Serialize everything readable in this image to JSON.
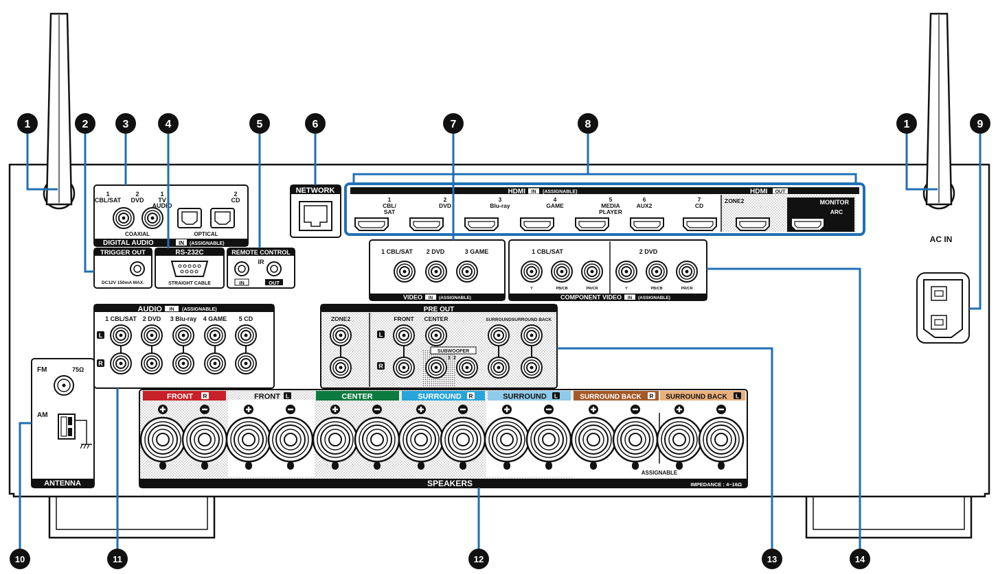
{
  "callouts": [
    "1",
    "2",
    "3",
    "4",
    "5",
    "6",
    "7",
    "8",
    "1",
    "9",
    "10",
    "11",
    "12",
    "13",
    "14"
  ],
  "colors": {
    "front_r": "#c8202a",
    "front_l": "#ffffff",
    "center": "#0b7a3e",
    "surround_r": "#27a4d8",
    "surround_l": "#8fcbe9",
    "surround_back_r": "#a35a27",
    "surround_back_l": "#e8b07b",
    "hdmi_frame": "#1f6fb5"
  },
  "digital_audio": {
    "c1_num": "1",
    "c1_name": "CBL/SAT",
    "c2_num": "2",
    "c2_name": "DVD",
    "o1_num": "1",
    "o1_name_a": "TV",
    "o1_name_b": "AUDIO",
    "o2_num": "2",
    "o2_name": "CD",
    "coaxial": "COAXIAL",
    "optical": "OPTICAL",
    "title": "DIGITAL AUDIO",
    "in": "IN",
    "assignable": "(ASSIGNABLE)"
  },
  "trigger": {
    "title": "TRIGGER OUT",
    "spec": "DC12V 150mA MAX."
  },
  "rs232": {
    "title": "RS-232C",
    "cable": "STRAIGHT CABLE"
  },
  "remote": {
    "title": "REMOTE CONTROL",
    "ir": "IR",
    "in": "IN",
    "out": "OUT"
  },
  "network": {
    "title": "NETWORK"
  },
  "hdmi": {
    "title": "HDMI",
    "in": "IN",
    "assignable": "(ASSIGNABLE)",
    "out": "OUT",
    "p1_num": "1",
    "p1_a": "CBL/",
    "p1_b": "SAT",
    "p2_num": "2",
    "p2": "DVD",
    "p3_num": "3",
    "p3": "Blu-ray",
    "p4_num": "4",
    "p4": "GAME",
    "p5_num": "5",
    "p5_a": "MEDIA",
    "p5_b": "PLAYER",
    "p6_num": "6",
    "p6": "AUX2",
    "p7_num": "7",
    "p7": "CD",
    "zone2": "ZONE2",
    "monitor": "MONITOR",
    "arc": "ARC"
  },
  "video": {
    "l1": "1 CBL/SAT",
    "l2": "2 DVD",
    "l3": "3 GAME",
    "title": "VIDEO",
    "in": "IN",
    "assignable": "(ASSIGNABLE)"
  },
  "component": {
    "l1": "1 CBL/SAT",
    "l2": "2 DVD",
    "y": "Y",
    "pb": "PB/CB",
    "pr": "PR/CR",
    "title": "COMPONENT VIDEO",
    "in": "IN",
    "assignable": "(ASSIGNABLE)"
  },
  "ac_in": "AC IN",
  "audio": {
    "title": "AUDIO",
    "in": "IN",
    "assignable": "(ASSIGNABLE)",
    "l1": "1 CBL/SAT",
    "l2": "2 DVD",
    "l3": "3 Blu-ray",
    "l4": "4 GAME",
    "l5": "5 CD",
    "left": "L",
    "right": "R"
  },
  "pre_out": {
    "title": "PRE OUT",
    "zone2": "ZONE2",
    "front": "FRONT",
    "center": "CENTER",
    "surround": "SURROUND",
    "surround_back": "SURROUND BACK",
    "subwoofer": "SUBWOOFER",
    "sw1": "1",
    "sw2": "2",
    "left": "L",
    "right": "R"
  },
  "antenna": {
    "fm": "FM",
    "ohm": "75Ω",
    "am": "AM",
    "title": "ANTENNA"
  },
  "speakers": {
    "front_r": "FRONT",
    "front_l": "FRONT",
    "center": "CENTER",
    "surround_r": "SURROUND",
    "surround_l": "SURROUND",
    "surround_back_r": "SURROUND BACK",
    "surround_back_l": "SURROUND BACK",
    "r": "R",
    "l": "L",
    "assignable": "ASSIGNABLE",
    "title": "SPEAKERS",
    "impedance": "IMPEDANCE : 4~16Ω"
  }
}
